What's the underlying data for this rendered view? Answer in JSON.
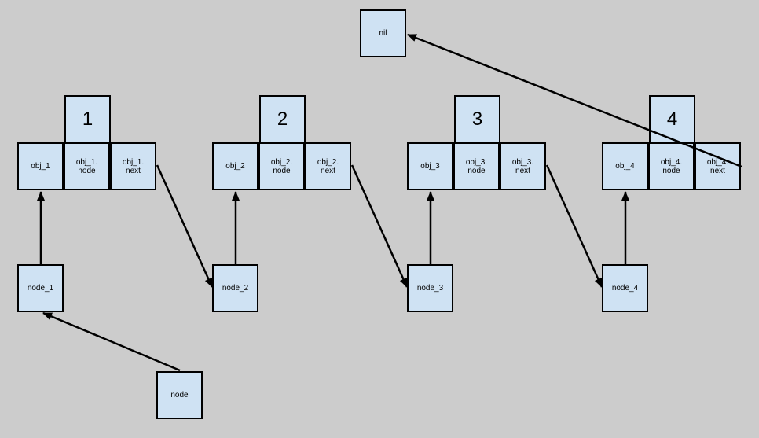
{
  "nil": "nil",
  "nodes": [
    {
      "num": "1",
      "obj": "obj_1",
      "node_field": "obj_1.\nnode",
      "next_field": "obj_1.\nnext",
      "ref": "node_1"
    },
    {
      "num": "2",
      "obj": "obj_2",
      "node_field": "obj_2.\nnode",
      "next_field": "obj_2.\nnext",
      "ref": "node_2"
    },
    {
      "num": "3",
      "obj": "obj_3",
      "node_field": "obj_3.\nnode",
      "next_field": "obj_3.\nnext",
      "ref": "node_3"
    },
    {
      "num": "4",
      "obj": "obj_4",
      "node_field": "obj_4.\nnode",
      "next_field": "obj_4.\nnext",
      "ref": "node_4"
    }
  ],
  "head": "node",
  "colors": {
    "box_fill": "#cfe2f3",
    "background": "#cccccc",
    "stroke": "#000000"
  }
}
